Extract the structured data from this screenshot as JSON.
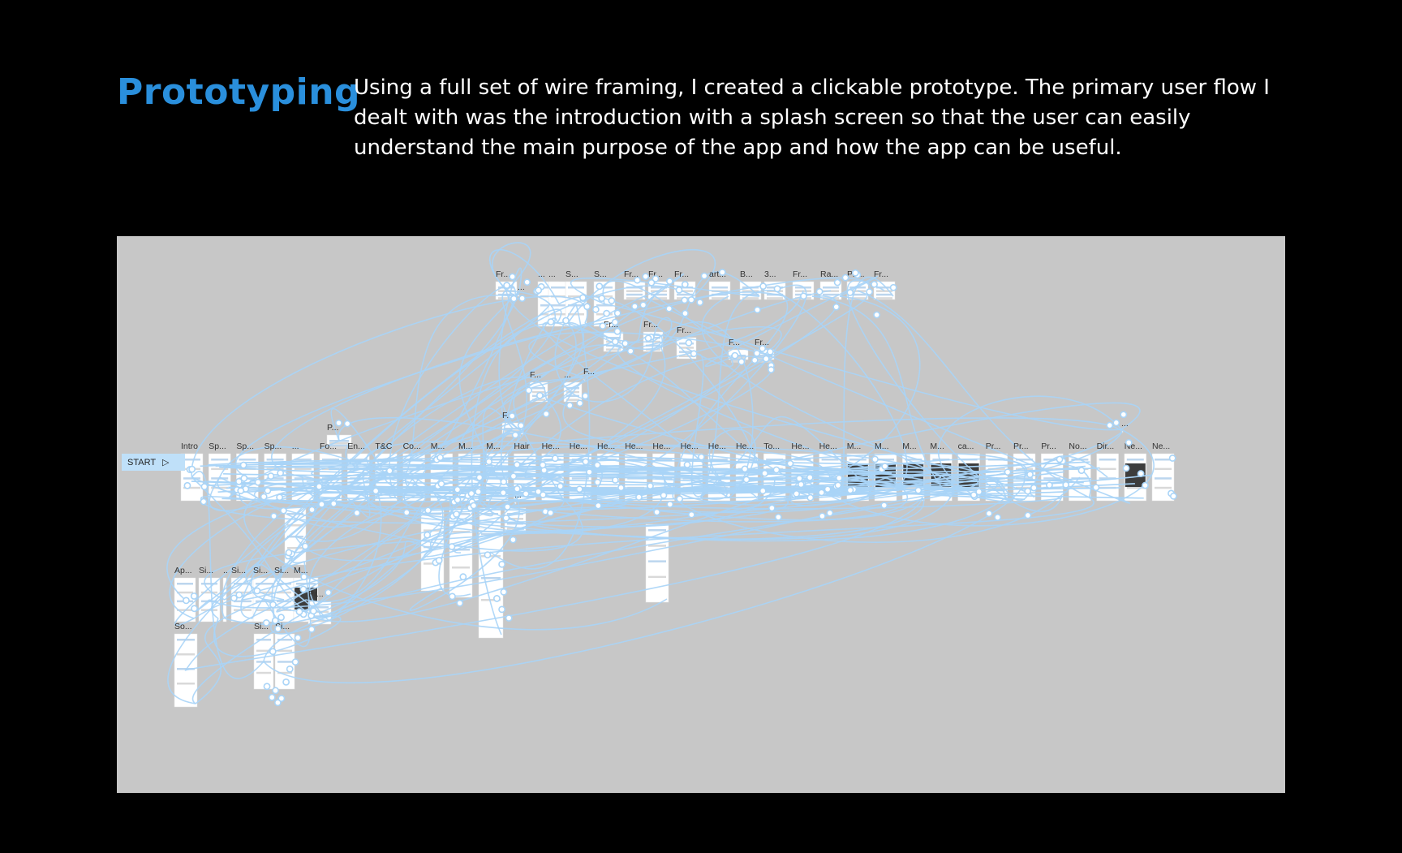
{
  "header": {
    "title": "Prototyping",
    "description": "Using a full set of wire framing, I created a clickable prototype. The primary user flow I dealt with was the introduction with a splash screen so that the user can easily understand the main purpose of the app and how the app can be useful."
  },
  "canvas": {
    "start_label": "START",
    "start_icon": "play-triangle-icon",
    "background": "#c7c7c7",
    "link_color": "#a9d4f7",
    "main_row_labels": [
      "Intro",
      "Sp...",
      "Sp...",
      "Sp...",
      "...",
      "Fo...",
      "En...",
      "T&C",
      "Co...",
      "M...",
      "M...",
      "M...",
      "Hair",
      "He...",
      "He...",
      "He...",
      "He...",
      "He...",
      "He...",
      "He...",
      "He...",
      "To...",
      "He...",
      "He...",
      "M...",
      "M...",
      "M...",
      "M...",
      "ca...",
      "Pr...",
      "Pr...",
      "Pr...",
      "No...",
      "Dir...",
      "Ne...",
      "Ne..."
    ],
    "top_row_labels": [
      "Fr...",
      "...",
      "...",
      "S...",
      "S...",
      "Fr...",
      "Fr...",
      "Fr...",
      "art...",
      "B...",
      "3...",
      "Fr...",
      "Ra...",
      "Pri...",
      "Fr..."
    ],
    "floating_labels": [
      "P...",
      "F...",
      "F...",
      "...",
      "F...",
      "F...",
      "Fr...",
      "Fr...",
      "Fr...",
      "Fr...",
      "...",
      "...",
      "..."
    ],
    "bottom_row_labels": [
      "Ap...",
      "Si...",
      "..",
      "Si...",
      "Si...",
      "Si...",
      "M...",
      "So...",
      "Pr...",
      "Si...",
      "Si..."
    ]
  }
}
